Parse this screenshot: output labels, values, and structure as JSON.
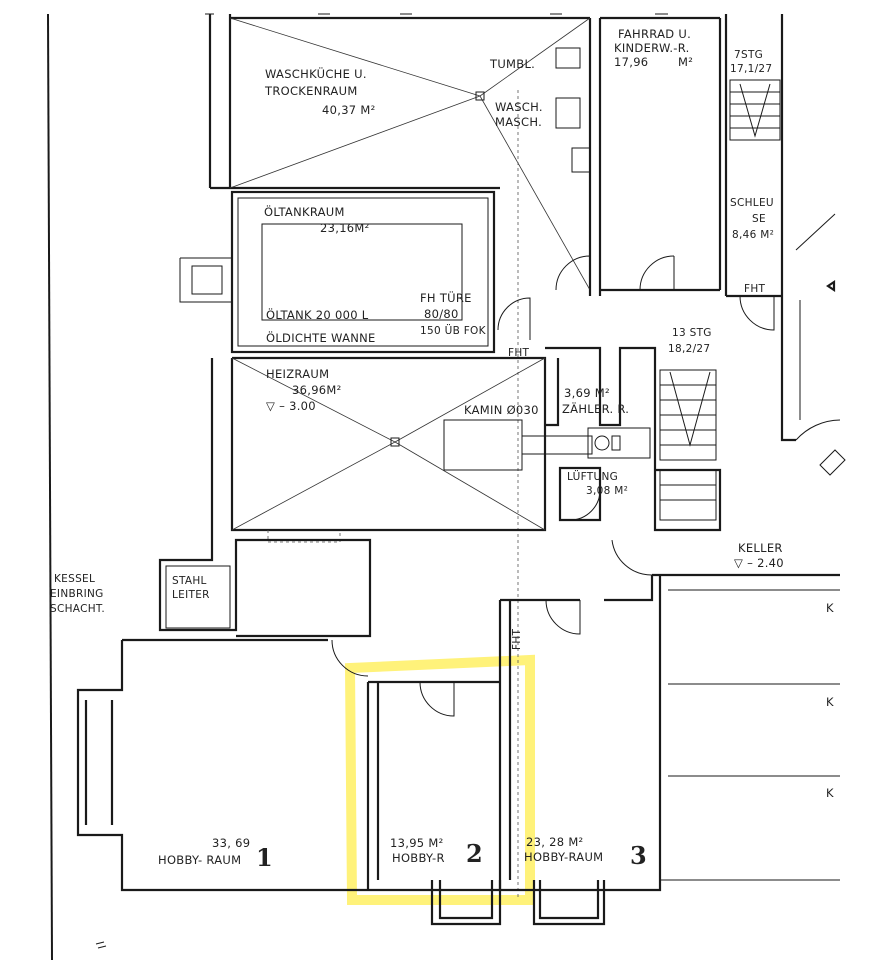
{
  "rooms": {
    "waschkueche_name_1": "WASCHKÜCHE U.",
    "waschkueche_name_2": "TROCKENRAUM",
    "waschkueche_area": "40,37 M²",
    "tumbl": "TUMBL.",
    "wasch_1": "WASCH.",
    "wasch_2": "MASCH.",
    "fahrrad_1": "FAHRRAD U.",
    "fahrrad_2": "KINDERW.-R.",
    "fahrrad_area": "17,96",
    "fahrrad_unit": "M²",
    "stg7_1": "7STG",
    "stg7_2": "17,1/27",
    "schleuse_1": "SCHLEU",
    "schleuse_2": "SE",
    "schleuse_area": "8,46 M²",
    "fht_1": "FHT",
    "oeltank_name": "ÖLTANKRAUM",
    "oeltank_area": "23,16M²",
    "oeltank_tank": "ÖLTANK  20 000 L",
    "oeltank_wanne": "ÖLDICHTE WANNE",
    "fhtuere_1": "FH TÜRE",
    "fhtuere_2": "80/80",
    "fhtuere_3": "150 ÜB FOK",
    "fht_2": "FHT",
    "stg13_1": "13 STG",
    "stg13_2": "18,2/27",
    "heizraum_name": "HEIZRAUM",
    "heizraum_area": "36,96M²",
    "heizraum_level": "▽ – 3.00",
    "kamin": "KAMIN Ø030",
    "zaehler_area": "3,69 M²",
    "zaehler_name": "ZÄHLER. R.",
    "lueftung_name": "LÜFTUNG",
    "lueftung_area": "3,08 M²",
    "keller_name": "KELLER",
    "keller_level": "▽ – 2.40",
    "kessel_1": "KESSEL",
    "kessel_2": "EINBRING",
    "kessel_3": "SCHACHT.",
    "stahl_1": "STAHL",
    "stahl_2": "LEITER",
    "fht_3": "FHT",
    "hobby1_area": "33, 69",
    "hobby1_name": "HOBBY- RAUM",
    "hobby1_num": "1",
    "hobby2_area": "13,95 M²",
    "hobby2_name": "HOBBY-R",
    "hobby2_num": "2",
    "hobby3_area": "23, 28  M²",
    "hobby3_name": "HOBBY-RAUM",
    "hobby3_num": "3",
    "k1": "K",
    "k2": "K",
    "k3": "K"
  },
  "colors": {
    "highlight": "#fff27a",
    "lines": "#1a1a1a"
  }
}
